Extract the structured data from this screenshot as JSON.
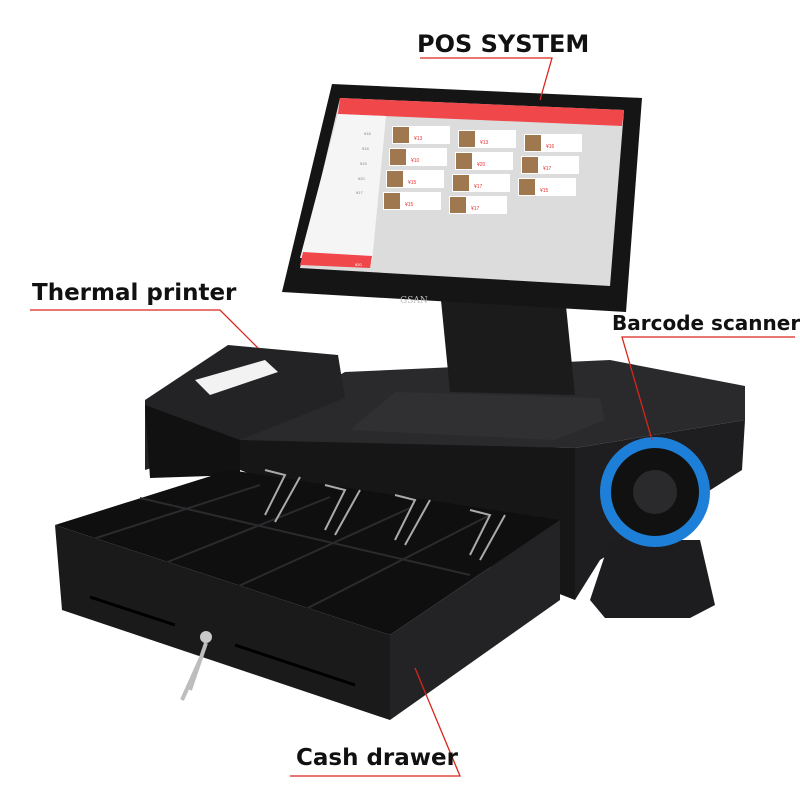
{
  "labels": {
    "pos_system": "POS SYSTEM",
    "thermal_printer": "Thermal printer",
    "barcode_scanner": "Barcode scanner",
    "cash_drawer": "Cash drawer"
  },
  "monitor": {
    "brand": "GSAN",
    "screen": {
      "cart_prices": [
        "¥18",
        "¥18",
        "¥15",
        "¥20",
        "¥17"
      ],
      "total": "¥20",
      "items": [
        {
          "price": "¥13"
        },
        {
          "price": "¥13"
        },
        {
          "price": "¥16"
        },
        {
          "price": "¥10"
        },
        {
          "price": "¥20"
        },
        {
          "price": "¥17"
        },
        {
          "price": "¥15"
        },
        {
          "price": "¥17"
        },
        {
          "price": "¥15"
        },
        {
          "price": "¥15"
        },
        {
          "price": "¥17"
        }
      ]
    }
  },
  "colors": {
    "callout_line": "#d9261c",
    "screen_accent": "#f0474a",
    "scanner_ring": "#1e7fd8"
  }
}
